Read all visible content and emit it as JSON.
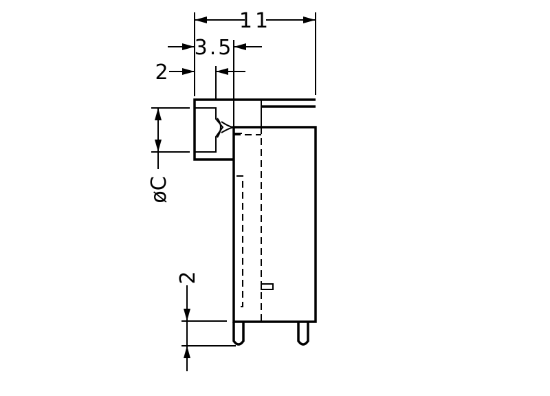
{
  "dimensions": {
    "overall_width": "11",
    "offset_a": "3.5",
    "offset_b": "2",
    "diameter": "øC",
    "pin_length": "2"
  },
  "colors": {
    "line": "#000000",
    "background": "#ffffff"
  }
}
